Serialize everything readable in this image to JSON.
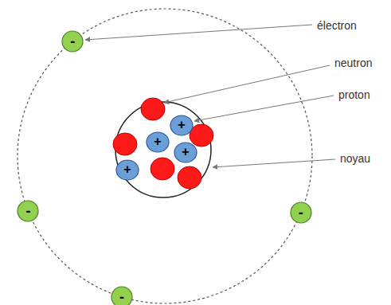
{
  "diagram": {
    "nodes": [
      {
        "text": [
          "-"
        ]
      },
      {
        "text": [
          "+"
        ]
      },
      {
        "text": [
          "+"
        ]
      },
      {
        "text": [
          "+"
        ]
      },
      {
        "text": [
          "+"
        ]
      },
      {
        "text": [
          "-"
        ]
      },
      {
        "text": [
          "-"
        ]
      },
      {
        "text": [
          "-"
        ]
      }
    ],
    "labels": [
      "électron",
      "neutron",
      "proton",
      "noyau"
    ]
  }
}
